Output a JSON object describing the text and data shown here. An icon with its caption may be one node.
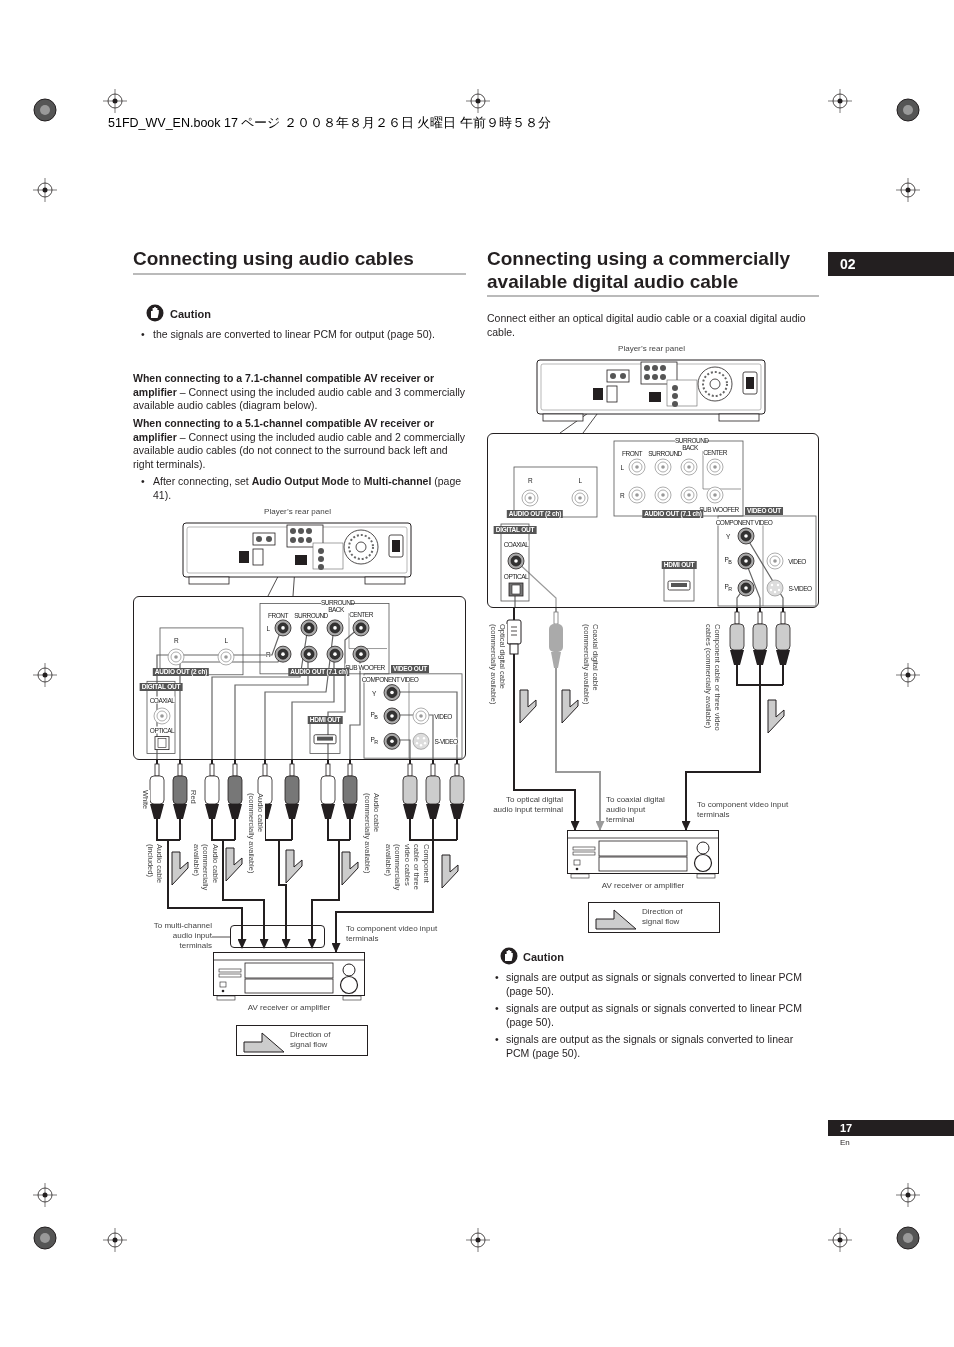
{
  "diagram": {
    "nodes": [
      {
        "text": [
          "Player’s rear panel"
        ]
      },
      {
        "text": [],
        "shape": "box"
      },
      {
        "text": [],
        "shape": "picture",
        "beside": [
          "AV receiver or amplifier"
        ]
      },
      {
        "text": [],
        "shape": "box"
      },
      {
        "text": [
          "To multi-channel audio input terminals"
        ]
      },
      {
        "text": [
          "Player’s rear panel"
        ]
      },
      {
        "text": [],
        "shape": "box"
      },
      {
        "text": [],
        "shape": "picture",
        "beside": [
          "AV receiver or amplifier"
        ]
      }
    ],
    "edges": [
      {
        "from": 1,
        "to": 3,
        "arrow": "to",
        "label": "Audio cable (included)"
      },
      {
        "from": 1,
        "to": 3,
        "arrow": "to",
        "label": "Audio cable (commercially available)"
      },
      {
        "from": 1,
        "to": 3,
        "arrow": "to",
        "label": "Audio cable (commercially available)"
      },
      {
        "from": 1,
        "to": 3,
        "arrow": "to",
        "label": "Audio cable (commercially available)"
      },
      {
        "from": 1,
        "to": 2,
        "arrow": "to",
        "label": "Component cable or three video cables (commercially available)"
      },
      {
        "from": 4,
        "to": 3,
        "arrow": "none"
      },
      {
        "from": 6,
        "to": 7,
        "arrow": "to",
        "label": "Optical digital cable (commercially available)"
      },
      {
        "from": 6,
        "to": 7,
        "arrow": "to",
        "label": "Coaxial digital cable (commercially available)",
        "color": "#9a9a9a"
      },
      {
        "from": 6,
        "to": 7,
        "arrow": "to",
        "label": "Component cable or three video cables (commercially available)"
      },
      {
        "from": 0,
        "to": 1,
        "arrow": "none"
      },
      {
        "from": 0,
        "to": 1,
        "arrow": "none"
      },
      {
        "from": 5,
        "to": 6,
        "arrow": "none"
      },
      {
        "from": 5,
        "to": 6,
        "arrow": "none"
      }
    ],
    "labels": [
      "51FD_WV_EN.book  17 ページ  ２００８年８月２６日  火曜日  午前９時５８分",
      "Connecting using audio cables",
      "Connecting using a commercially available digital audio cable",
      "02",
      "Caution",
      "the signals are converted to linear PCM for output (page 50).",
      "**When connecting to a 7.1-channel compatible AV receiver or amplifier** – Connect using the included audio cable and 3 commercially available audio cables (diagram below).",
      "**When connecting to a 5.1-channel compatible AV receiver or amplifier** – Connect using the included audio cable and 2 commercially available audio cables (do not connect to the surround back left and right terminals).",
      "After connecting, set **Audio Output Mode** to **Multi-channel** (page 41).",
      "Connect either an optical digital audio cable or a coaxial digital audio cable.",
      "FRONT",
      "SURROUND",
      "SURROUND BACK",
      "CENTER",
      "L",
      "R",
      "SUB WOOFER",
      "AUDIO OUT (7.1 ch)",
      "R",
      "L",
      "AUDIO OUT (2 ch)",
      "DIGITAL OUT",
      "COAXIAL",
      "OPTICAL",
      "HDMI OUT",
      "VIDEO OUT",
      "COMPONENT VIDEO",
      "Y",
      "P$_{B}$",
      "P$_{R}$",
      "VIDEO",
      "S-VIDEO",
      "White",
      "Red",
      "To component video input terminals",
      "FRONT",
      "SURROUND",
      "SURROUND BACK",
      "CENTER",
      "L",
      "R",
      "SUB WOOFER",
      "AUDIO OUT (7.1 ch)",
      "R",
      "L",
      "AUDIO OUT (2 ch)",
      "DIGITAL OUT",
      "COAXIAL",
      "OPTICAL",
      "HDMI OUT",
      "VIDEO OUT",
      "COMPONENT VIDEO",
      "Y",
      "P$_{B}$",
      "P$_{R}$",
      "VIDEO",
      "S-VIDEO",
      "To optical digital audio input terminal",
      "To coaxial digital audio input terminal",
      "To component video input terminals",
      "Caution",
      "signals are output as signals or signals converted to linear PCM (page 50).",
      "signals are output as signals or signals converted to linear PCM (page 50).",
      "signals are output as the signals or signals converted to linear PCM (page 50).",
      "17",
      "En",
      "•",
      "•",
      "•",
      "•",
      "•"
    ],
    "legend": [
      {
        "text": "Direction of signal flow"
      },
      {
        "text": "Direction of signal flow"
      }
    ]
  }
}
